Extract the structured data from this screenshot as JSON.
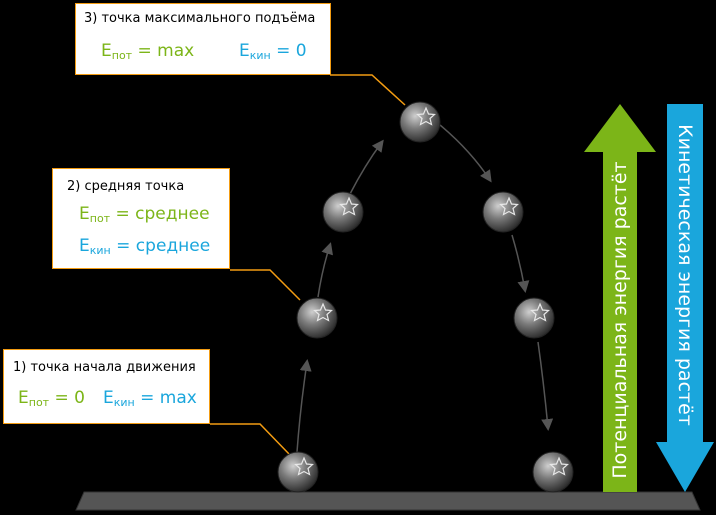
{
  "boxes": {
    "top": {
      "title": "3) точка максимального подъёма",
      "pot": {
        "letter": "E",
        "sub": "пот",
        "value": "= max"
      },
      "kin": {
        "letter": "E",
        "sub": "кин",
        "value": "= 0"
      }
    },
    "middle": {
      "title": "2) средняя точка",
      "pot": {
        "letter": "E",
        "sub": "пот",
        "value": "= среднее"
      },
      "kin": {
        "letter": "E",
        "sub": "кин",
        "value": "= среднее"
      }
    },
    "bottom": {
      "title": "1) точка начала движения",
      "pot": {
        "letter": "E",
        "sub": "пот",
        "value": "= 0"
      },
      "kin": {
        "letter": "E",
        "sub": "кин",
        "value": "= max"
      }
    }
  },
  "arrows": {
    "potential": {
      "label": "Потенциальная энергия растёт",
      "color": "#7cb518"
    },
    "kinetic": {
      "label": "Кинетическая энергия растёт",
      "color": "#1aa6dc"
    }
  },
  "colors": {
    "box_border": "#f39c12",
    "potential": "#7cb518",
    "kinetic": "#1aa6dc",
    "ball": "#666666"
  },
  "icons": {
    "ball_mark": "star-icon"
  }
}
